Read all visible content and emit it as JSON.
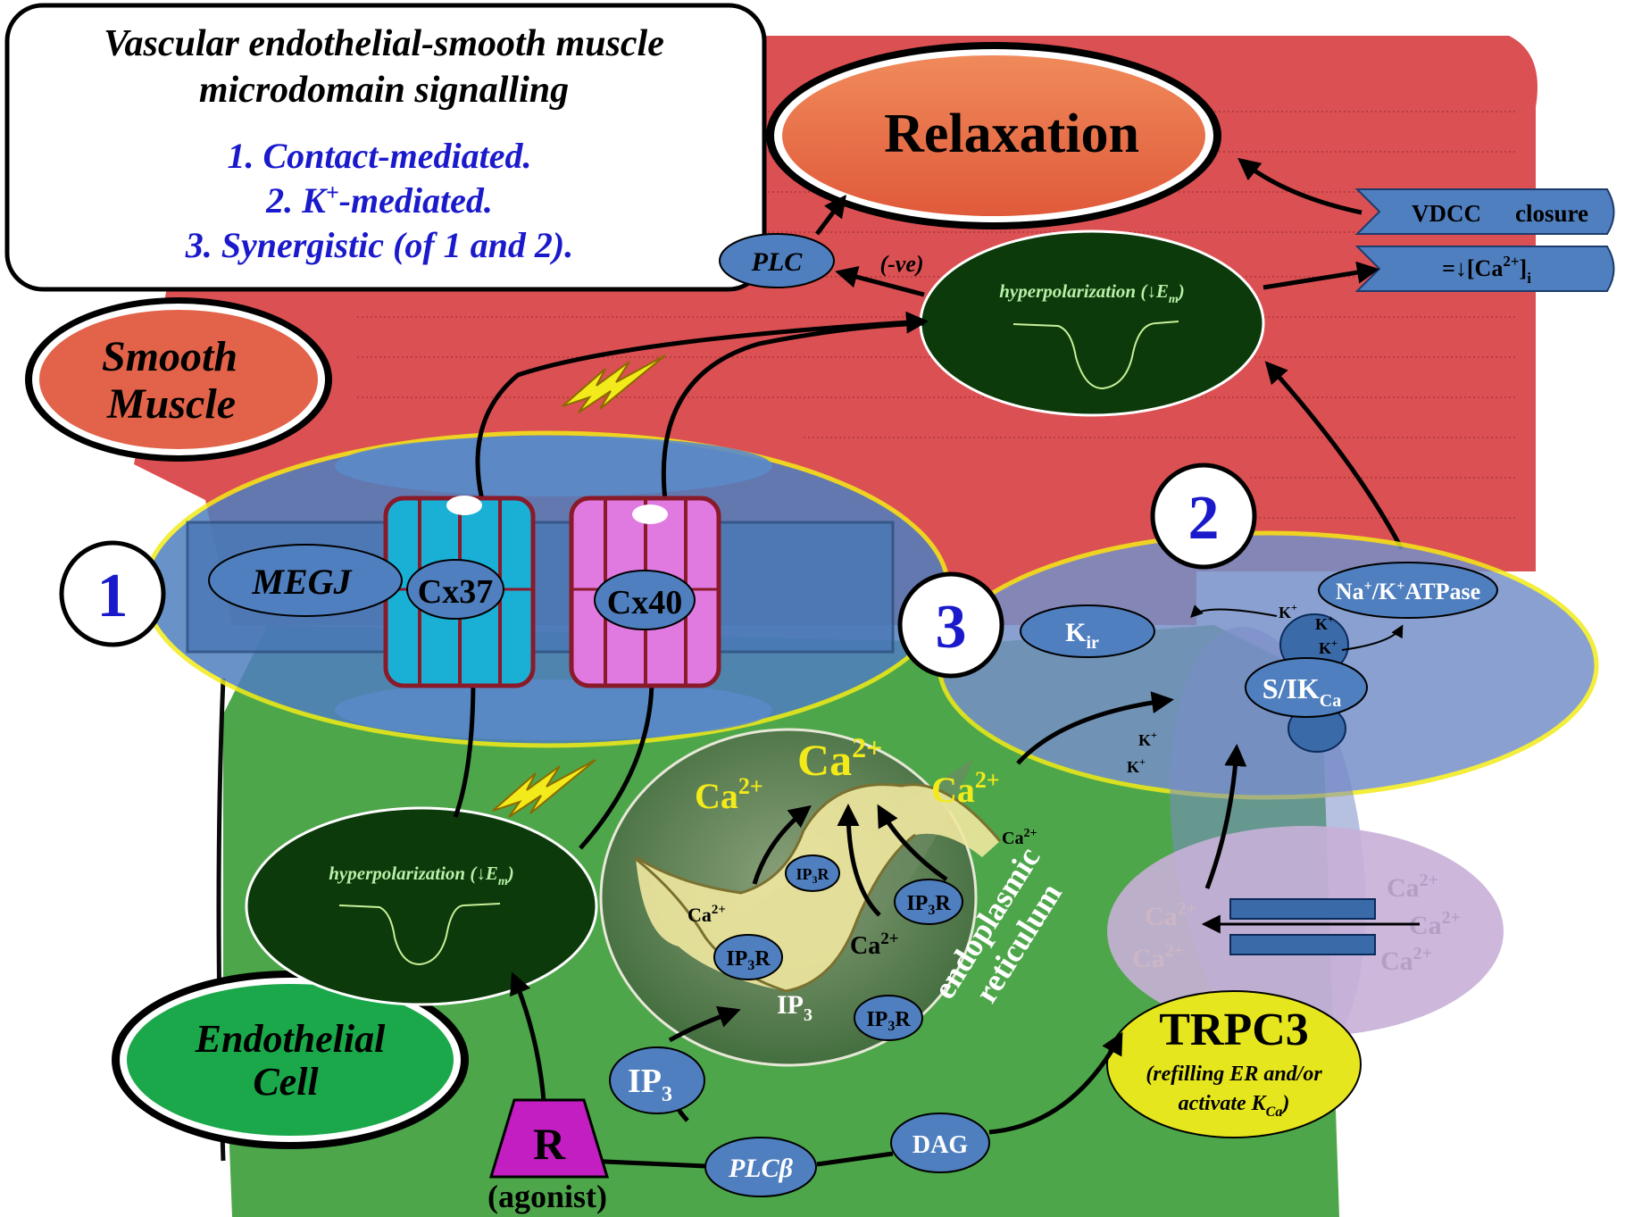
{
  "title": {
    "line1": "Vascular endothelial-smooth muscle",
    "line2": "microdomain signalling",
    "item1": "1. Contact-mediated.",
    "item2_pre": "2. K",
    "item2_sup": "+",
    "item2_post": "-mediated.",
    "item3": "3. Synergistic (of 1 and 2)."
  },
  "labels": {
    "relaxation": "Relaxation",
    "smooth_muscle_1": "Smooth",
    "smooth_muscle_2": "Muscle",
    "endothelial_1": "Endothelial",
    "endothelial_2": "Cell",
    "plc": "PLC",
    "neg": "(-ve)",
    "hyper": "hyperpolarization (↓E",
    "hyper_sub": "m",
    "hyper_end": ")",
    "vdcc": "VDCC",
    "closure": "closure",
    "ca_i_pre": "=↓[Ca",
    "ca_i_sup": "2+",
    "ca_i_post": "]",
    "ca_i_sub": "i",
    "megj": "MEGJ",
    "cx37": "Cx37",
    "cx40": "Cx40",
    "num1": "1",
    "num2": "2",
    "num3": "3",
    "kir": "K",
    "kir_sub": "ir",
    "nak": "Na",
    "nak_sup1": "+",
    "nak_mid": "/K",
    "nak_sup2": "+",
    "nak_end": "ATPase",
    "sik": "S/IK",
    "sik_sub": "Ca",
    "k": "K",
    "kplus": "+",
    "ca": "Ca",
    "ca_sup": "2+",
    "ip3r": "IP",
    "ip3r_sub": "3",
    "ip3r_end": "R",
    "ip3": "IP",
    "ip3_sub": "3",
    "er_1": "endoplasmic",
    "er_2": "reticulum",
    "trpc3": "TRPC3",
    "trpc3_note1": "(refilling ER and/or",
    "trpc3_note2": "activate K",
    "trpc3_note2_sub": "Ca",
    "trpc3_note2_end": ")",
    "r": "R",
    "agonist": "(agonist)",
    "plcb": "PLCβ",
    "dag": "DAG"
  },
  "colors": {
    "smooth_muscle_bg": "#d9474a",
    "endothelial_bg": "#4ea64a",
    "numbers": "#1a1acc",
    "calcium_yellow": "#f2ea1a",
    "blue_oval": "#4f7fbf",
    "dark_green": "#0c3a0a",
    "cx37": "#1ab0d6",
    "cx40": "#e07ae0",
    "trpc3": "#e6e61e",
    "receptor": "#c21ec2"
  }
}
